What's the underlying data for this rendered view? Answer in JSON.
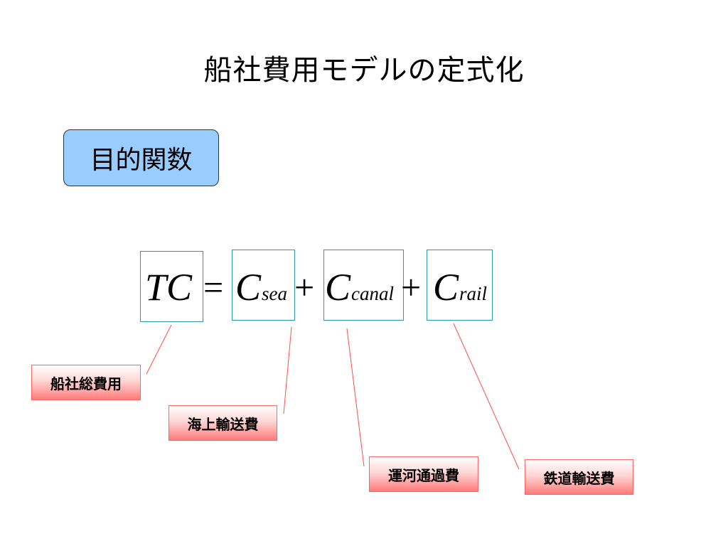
{
  "title": "船社費用モデルの定式化",
  "objective_label": "目的関数",
  "equation": {
    "lhs": "TC",
    "equals": "=",
    "plus": "+",
    "terms": [
      {
        "base": "C",
        "sub": "sea"
      },
      {
        "base": "C",
        "sub": "canal"
      },
      {
        "base": "C",
        "sub": "rail"
      }
    ]
  },
  "labels": {
    "total": "船社総費用",
    "sea": "海上輸送費",
    "canal": "運河通過費",
    "rail": "鉄道輸送費"
  },
  "colors": {
    "objective_fill": "#99ccff",
    "term_border": "#2a9aa6",
    "label_border": "#ff6666",
    "connector": "#ff4d4d"
  }
}
